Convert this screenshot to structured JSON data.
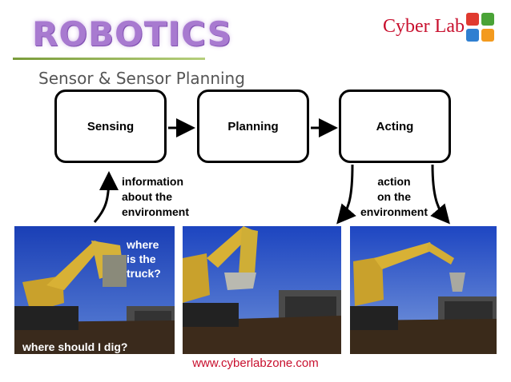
{
  "slide": {
    "title": "ROBOTICS",
    "subtitle": "Sensor & Sensor Planning",
    "url": "www.cyberlabzone.com"
  },
  "logo": {
    "text": "Cyber Lab",
    "tile_colors": [
      "#e03a2f",
      "#4aa337",
      "#2f7fd1",
      "#f39a1e"
    ]
  },
  "diagram": {
    "boxes": [
      "Sensing",
      "Planning",
      "Acting"
    ],
    "left_note": "information\nabout the\nenvironment",
    "right_note": "action\non the\nenvironment"
  },
  "photos": [
    {
      "caption_top": "where\nis the\ntruck?",
      "caption_bottom": "where should I dig?"
    },
    {},
    {}
  ]
}
